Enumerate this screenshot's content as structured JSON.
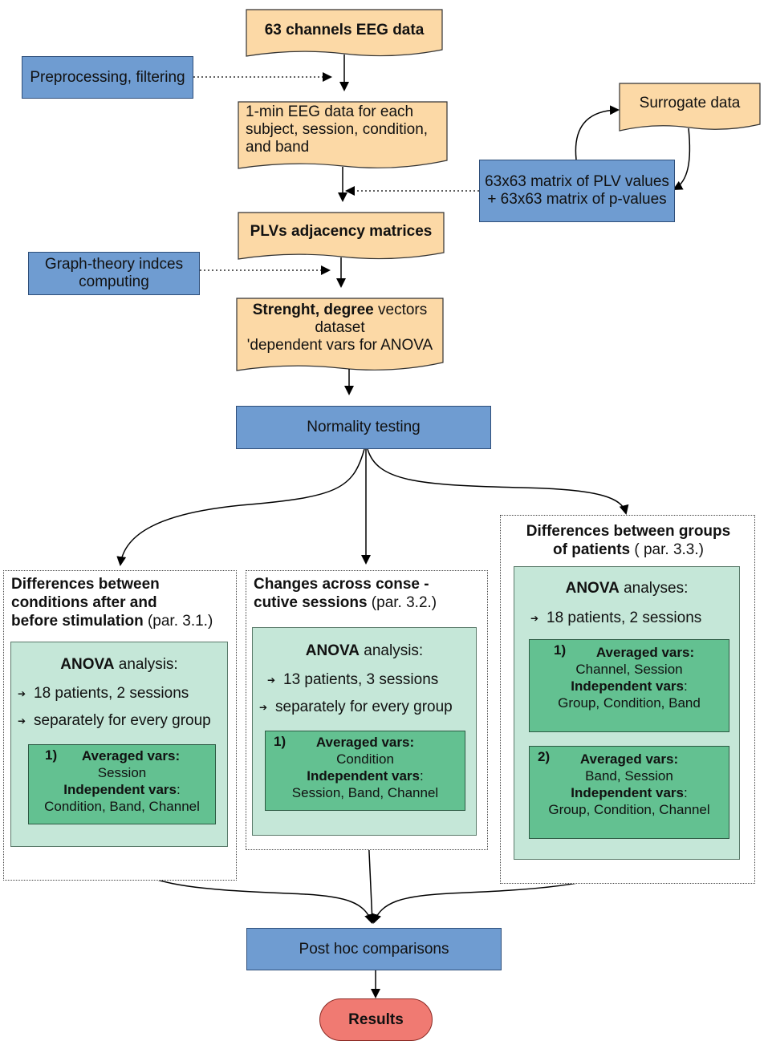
{
  "nodes": {
    "eeg_data": "63 channels EEG data",
    "preprocessing": "Preprocessing, filtering",
    "one_min_eeg": [
      "1-min EEG data for each",
      "subject, session, condition,",
      "and band"
    ],
    "surrogate": "Surrogate data",
    "plv_matrix": [
      "63x63 matrix of PLV values",
      "+ 63x63 matrix of p-values"
    ],
    "plv_adjacency": "PLVs adjacency matrices",
    "graph_theory": [
      "Graph-theory indces",
      "computing"
    ],
    "vectors": {
      "bold": "Strenght, degree",
      "rest": " vectors",
      "line2": "dataset",
      "line3": "'dependent vars for ANOVA"
    },
    "normality": "Normality testing",
    "post_hoc": "Post hoc comparisons",
    "results": "Results"
  },
  "panels": {
    "p31": {
      "title_bold": [
        "Differences between",
        "conditions after and",
        "before stimulation"
      ],
      "ref": " (par. 3.1.)",
      "anova_bold": "ANOVA",
      "anova_rest": " analysis:",
      "bullets": [
        "18 patients, 2 sessions",
        "separately for every group"
      ],
      "subs": [
        {
          "num": "1)",
          "averaged_label": "Averaged vars:",
          "averaged": "Session",
          "independent_label": "Independent vars",
          "independent": "Condition, Band, Channel"
        }
      ]
    },
    "p32": {
      "title_bold": [
        "Changes across conse -",
        "cutive sessions"
      ],
      "ref": " (par. 3.2.)",
      "anova_bold": "ANOVA",
      "anova_rest": " analysis:",
      "bullets": [
        "13 patients, 3 sessions",
        "separately for every group"
      ],
      "subs": [
        {
          "num": "1)",
          "averaged_label": "Averaged vars:",
          "averaged": "Condition",
          "independent_label": "Independent vars",
          "independent": "Session, Band, Channel"
        }
      ]
    },
    "p33": {
      "title_bold": [
        "Differences between groups",
        "of patients"
      ],
      "ref": " ( par. 3.3.)",
      "anova_bold": "ANOVA",
      "anova_rest": " analyses:",
      "bullets": [
        "18 patients, 2 sessions"
      ],
      "subs": [
        {
          "num": "1)",
          "averaged_label": "Averaged vars:",
          "averaged": "Channel, Session",
          "independent_label": "Independent vars",
          "independent": "Group, Condition, Band"
        },
        {
          "num": "2)",
          "averaged_label": "Averaged vars:",
          "averaged": "Band, Session",
          "independent_label": "Independent vars",
          "independent": "Group, Condition, Channel"
        }
      ]
    }
  },
  "colors": {
    "document": "#fcd9a6",
    "process": "#6f9cd1",
    "anova_box": "#c5e7d8",
    "sub_box": "#63c191",
    "results": "#f07a72"
  }
}
